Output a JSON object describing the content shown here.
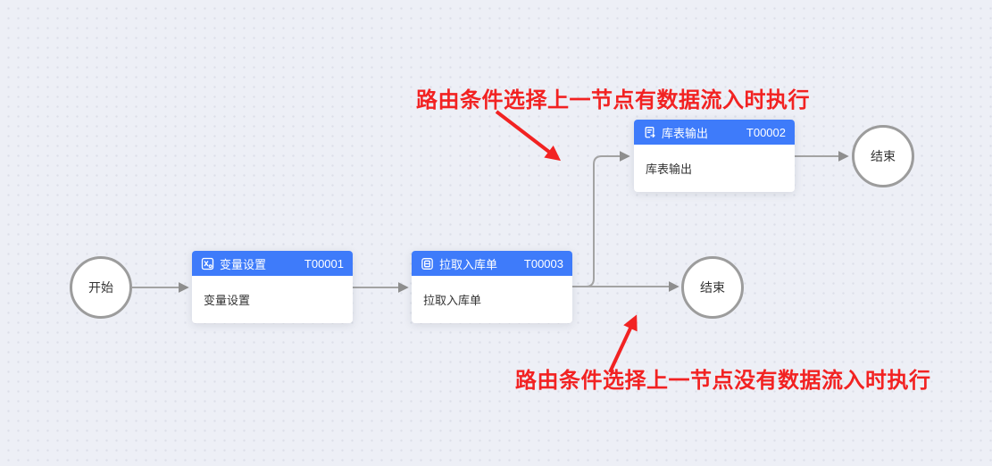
{
  "canvas": {
    "name": "workflow-designer-canvas"
  },
  "colors": {
    "node_header": "#3e7bfa",
    "connector": "#a3a3a3",
    "arrowhead": "#8e8e8e",
    "annotation": "#f22222",
    "circle_border": "#9c9c9c",
    "canvas_bg": "#edeff6",
    "canvas_dot": "#dcdfe9",
    "node_body_text": "#333333"
  },
  "terminals": {
    "start": {
      "label": "开始"
    },
    "end_top": {
      "label": "结束"
    },
    "end_bottom": {
      "label": "结束"
    }
  },
  "nodes": [
    {
      "id": "T00001",
      "title": "变量设置",
      "body": "变量设置",
      "icon": "variable-settings-icon"
    },
    {
      "id": "T00003",
      "title": "拉取入库单",
      "body": "拉取入库单",
      "icon": "document-pull-icon"
    },
    {
      "id": "T00002",
      "title": "库表输出",
      "body": "库表输出",
      "icon": "table-export-icon"
    }
  ],
  "annotations": {
    "top": "路由条件选择上一节点有数据流入时执行",
    "bottom": "路由条件选择上一节点没有数据流入时执行"
  }
}
